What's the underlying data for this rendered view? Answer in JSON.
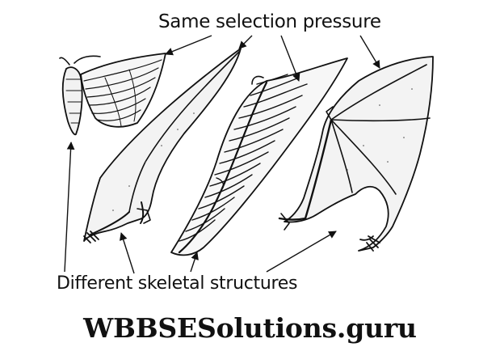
{
  "labels": {
    "top": "Same selection pressure",
    "bottom": "Different skeletal structures"
  },
  "watermark": "WBBSESolutions.guru",
  "colors": {
    "ink": "#111111",
    "membrane_fill": "#f3f3f3",
    "background": "#ffffff"
  },
  "figures": [
    "insect-wing",
    "pterosaur-wing",
    "bird-wing",
    "bat-wing"
  ]
}
